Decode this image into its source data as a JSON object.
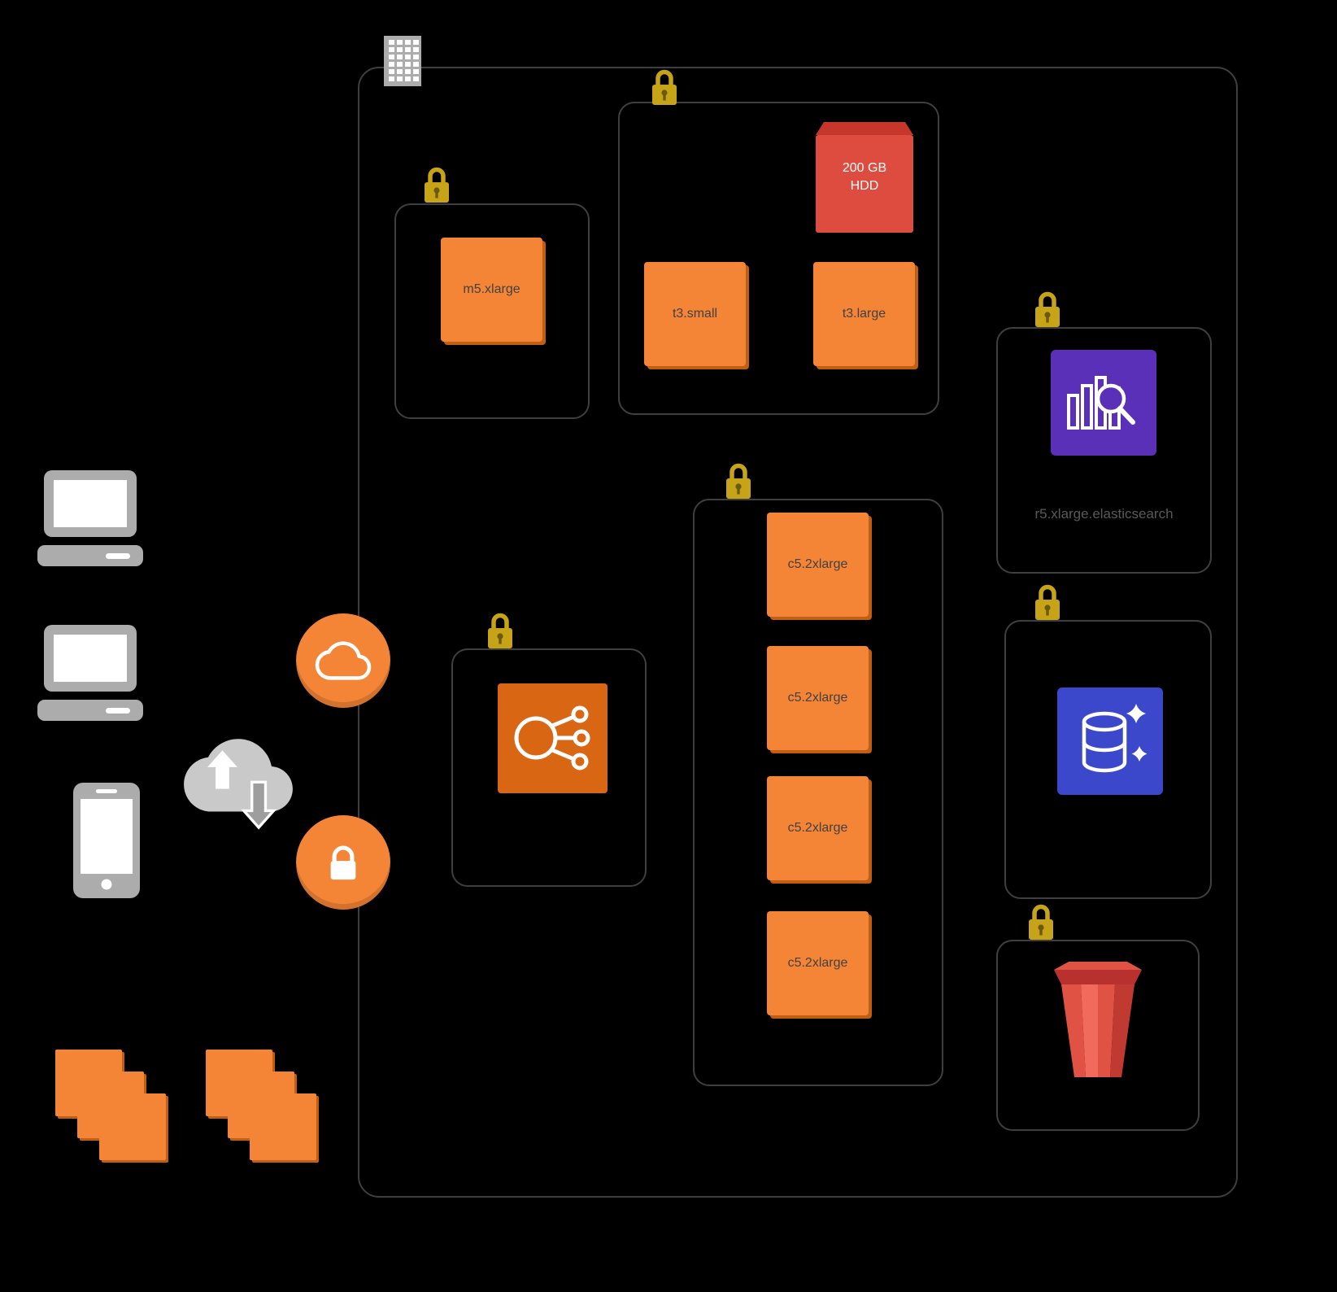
{
  "colors": {
    "background": "#000000",
    "panel_border": "#3F3F3F",
    "orange": "#F58536",
    "orange_dark": "#D86613",
    "orange_shadow": "#C05F11",
    "gold": "#C7A317",
    "gold_dark": "#6B590F",
    "red": "#DE4C3F",
    "red_dark": "#C7362B",
    "red_deep": "#B8312F",
    "red_light": "#F26A5B",
    "purple": "#5A30B8",
    "blue": "#3B48CC",
    "gray": "#ACACAC",
    "gray_light": "#C9C9C9",
    "text_dark": "#414141",
    "caption": "#595959"
  },
  "vpc": {
    "subnets": [
      {
        "id": "subnet-m5",
        "instances": [
          {
            "label": "m5.xlarge"
          }
        ]
      },
      {
        "id": "subnet-t3",
        "volume": {
          "line1": "200 GB",
          "line2": "HDD"
        },
        "instances": [
          {
            "label": "t3.small"
          },
          {
            "label": "t3.large"
          }
        ]
      },
      {
        "id": "subnet-elasticsearch",
        "caption": "r5.xlarge.elasticsearch"
      },
      {
        "id": "subnet-load-balancer"
      },
      {
        "id": "subnet-c5-fleet",
        "instances": [
          {
            "label": "c5.2xlarge"
          },
          {
            "label": "c5.2xlarge"
          },
          {
            "label": "c5.2xlarge"
          },
          {
            "label": "c5.2xlarge"
          }
        ]
      },
      {
        "id": "subnet-elasticache"
      },
      {
        "id": "subnet-s3"
      }
    ]
  },
  "icons": {
    "building": "datacenter-building",
    "lock": "gold-padlock",
    "internet_cloud": "cloud-outline-badge",
    "security_lock": "padlock-badge",
    "data_transfer": "cloud-upload-download",
    "laptop": "laptop-client",
    "phone": "mobile-phone-client",
    "load_balancer": "elastic-load-balancer",
    "elasticsearch": "bar-chart-with-magnifier",
    "elasticache": "database-cylinder-with-sparkles",
    "s3": "red-storage-bucket",
    "volume": "block-storage-volume",
    "instance_stack": "stacked-orange-instances"
  }
}
